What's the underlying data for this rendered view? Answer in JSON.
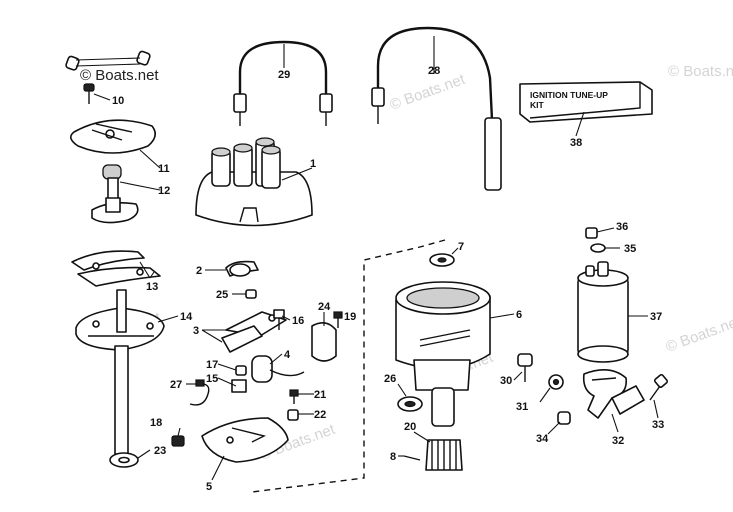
{
  "watermark": {
    "main": "© Boats.net",
    "faint": "© Boats.net"
  },
  "kit_box": {
    "line1": "IGNITION TUNE-UP",
    "line2": "KIT"
  },
  "callouts": {
    "c1": "1",
    "c2": "2",
    "c3": "3",
    "c4": "4",
    "c5": "5",
    "c6": "6",
    "c7": "7",
    "c8": "8",
    "c10": "10",
    "c11": "11",
    "c12": "12",
    "c13": "13",
    "c14": "14",
    "c15": "15",
    "c16": "16",
    "c17": "17",
    "c18": "18",
    "c19": "19",
    "c20": "20",
    "c21": "21",
    "c22": "22",
    "c23": "23",
    "c24": "24",
    "c25": "25",
    "c26": "26",
    "c27": "27",
    "c28": "28",
    "c29": "29",
    "c30": "30",
    "c31": "31",
    "c32": "32",
    "c33": "33",
    "c34": "34",
    "c35": "35",
    "c36": "36",
    "c37": "37",
    "c38": "38"
  }
}
